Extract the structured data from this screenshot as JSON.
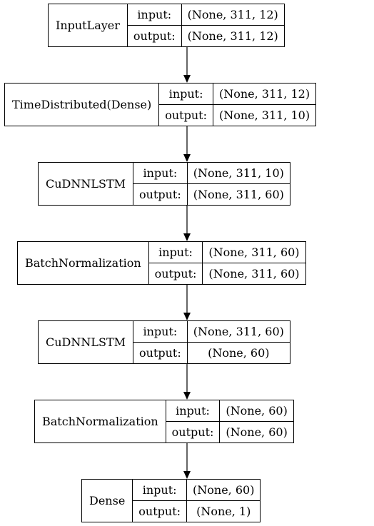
{
  "layers": [
    {
      "name": "InputLayer",
      "input_label": "input:",
      "output_label": "output:",
      "input_shape": "(None, 311, 12)",
      "output_shape": "(None, 311, 12)"
    },
    {
      "name": "TimeDistributed(Dense)",
      "input_label": "input:",
      "output_label": "output:",
      "input_shape": "(None, 311, 12)",
      "output_shape": "(None, 311, 10)"
    },
    {
      "name": "CuDNNLSTM",
      "input_label": "input:",
      "output_label": "output:",
      "input_shape": "(None, 311, 10)",
      "output_shape": "(None, 311, 60)"
    },
    {
      "name": "BatchNormalization",
      "input_label": "input:",
      "output_label": "output:",
      "input_shape": "(None, 311, 60)",
      "output_shape": "(None, 311, 60)"
    },
    {
      "name": "CuDNNLSTM",
      "input_label": "input:",
      "output_label": "output:",
      "input_shape": "(None, 311, 60)",
      "output_shape": "(None, 60)"
    },
    {
      "name": "BatchNormalization",
      "input_label": "input:",
      "output_label": "output:",
      "input_shape": "(None, 60)",
      "output_shape": "(None, 60)"
    },
    {
      "name": "Dense",
      "input_label": "input:",
      "output_label": "output:",
      "input_shape": "(None, 60)",
      "output_shape": "(None, 1)"
    }
  ]
}
